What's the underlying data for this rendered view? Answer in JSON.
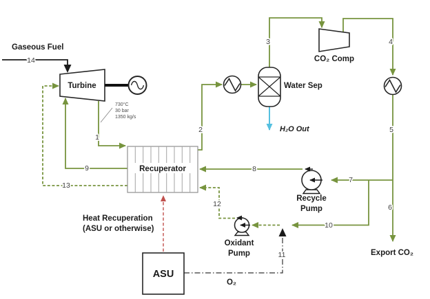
{
  "colors": {
    "green": "#77943e",
    "red": "#c0504d",
    "blue": "#55c0e0"
  },
  "equipment": {
    "turbine": "Turbine",
    "recuperator": "Recuperator",
    "water_separator": "Water Sep",
    "co2_compressor": "CO₂ Comp",
    "recycle_pump_1": "Recycle",
    "recycle_pump_2": "Pump",
    "oxidant_pump_1": "Oxidant",
    "oxidant_pump_2": "Pump",
    "asu": "ASU"
  },
  "labels": {
    "gaseous_fuel": "Gaseous Fuel",
    "h2o_out": "H₂O Out",
    "export_co2": "Export CO₂",
    "o2": "O₂",
    "heat_recuperation_1": "Heat Recuperation",
    "heat_recuperation_2": "(ASU or otherwise)"
  },
  "annotation": {
    "temp": "730°C",
    "pressure": "30 bar",
    "flow": "1350 kg/s"
  },
  "streams": [
    "1",
    "2",
    "3",
    "4",
    "5",
    "6",
    "7",
    "8",
    "9",
    "10",
    "11",
    "12",
    "13",
    "14"
  ]
}
